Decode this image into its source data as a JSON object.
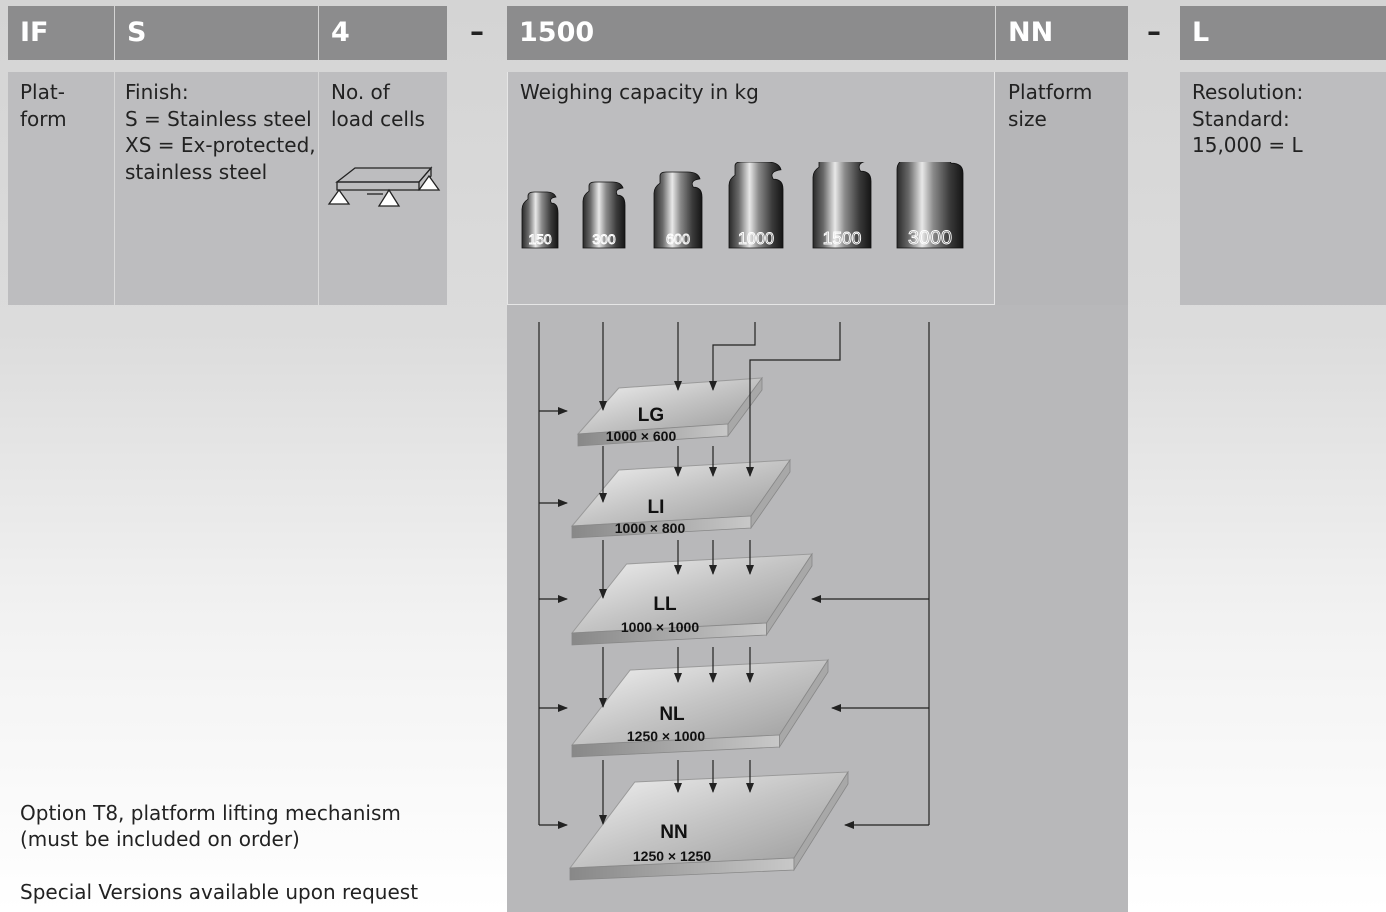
{
  "header": {
    "c1": "IF",
    "c2": "S",
    "c3": "4",
    "d1": "–",
    "c4": "1500",
    "c5": "NN",
    "d2": "–",
    "c6": "L"
  },
  "descriptions": {
    "platform": [
      "Plat-",
      "form"
    ],
    "finish": [
      "Finish:",
      "S = Stainless steel",
      "XS = Ex-protected,",
      "stainless steel"
    ],
    "load_cells": [
      "No. of",
      "load cells"
    ],
    "capacity": [
      "Weighing capacity in kg"
    ],
    "size": [
      "Platform",
      "size"
    ],
    "resolution": [
      "Resolution:",
      "Standard:",
      "15,000 = L"
    ]
  },
  "weights": [
    "150",
    "300",
    "600",
    "1000",
    "1500",
    "3000"
  ],
  "platforms": [
    {
      "code": "LG",
      "dims": "1000 × 600"
    },
    {
      "code": "LI",
      "dims": "1000 × 800"
    },
    {
      "code": "LL",
      "dims": "1000 × 1000"
    },
    {
      "code": "NL",
      "dims": "1250 × 1000"
    },
    {
      "code": "NN",
      "dims": "1250 × 1250"
    }
  ],
  "footer": {
    "option_line1": "Option T8, platform lifting mechanism",
    "option_line2": "(must be included on order)",
    "special": "Special Versions available upon request"
  },
  "colors": {
    "header_bg": "#8c8c8d",
    "panel_bg": "#bdbdbf",
    "header_text": "#ffffff"
  }
}
